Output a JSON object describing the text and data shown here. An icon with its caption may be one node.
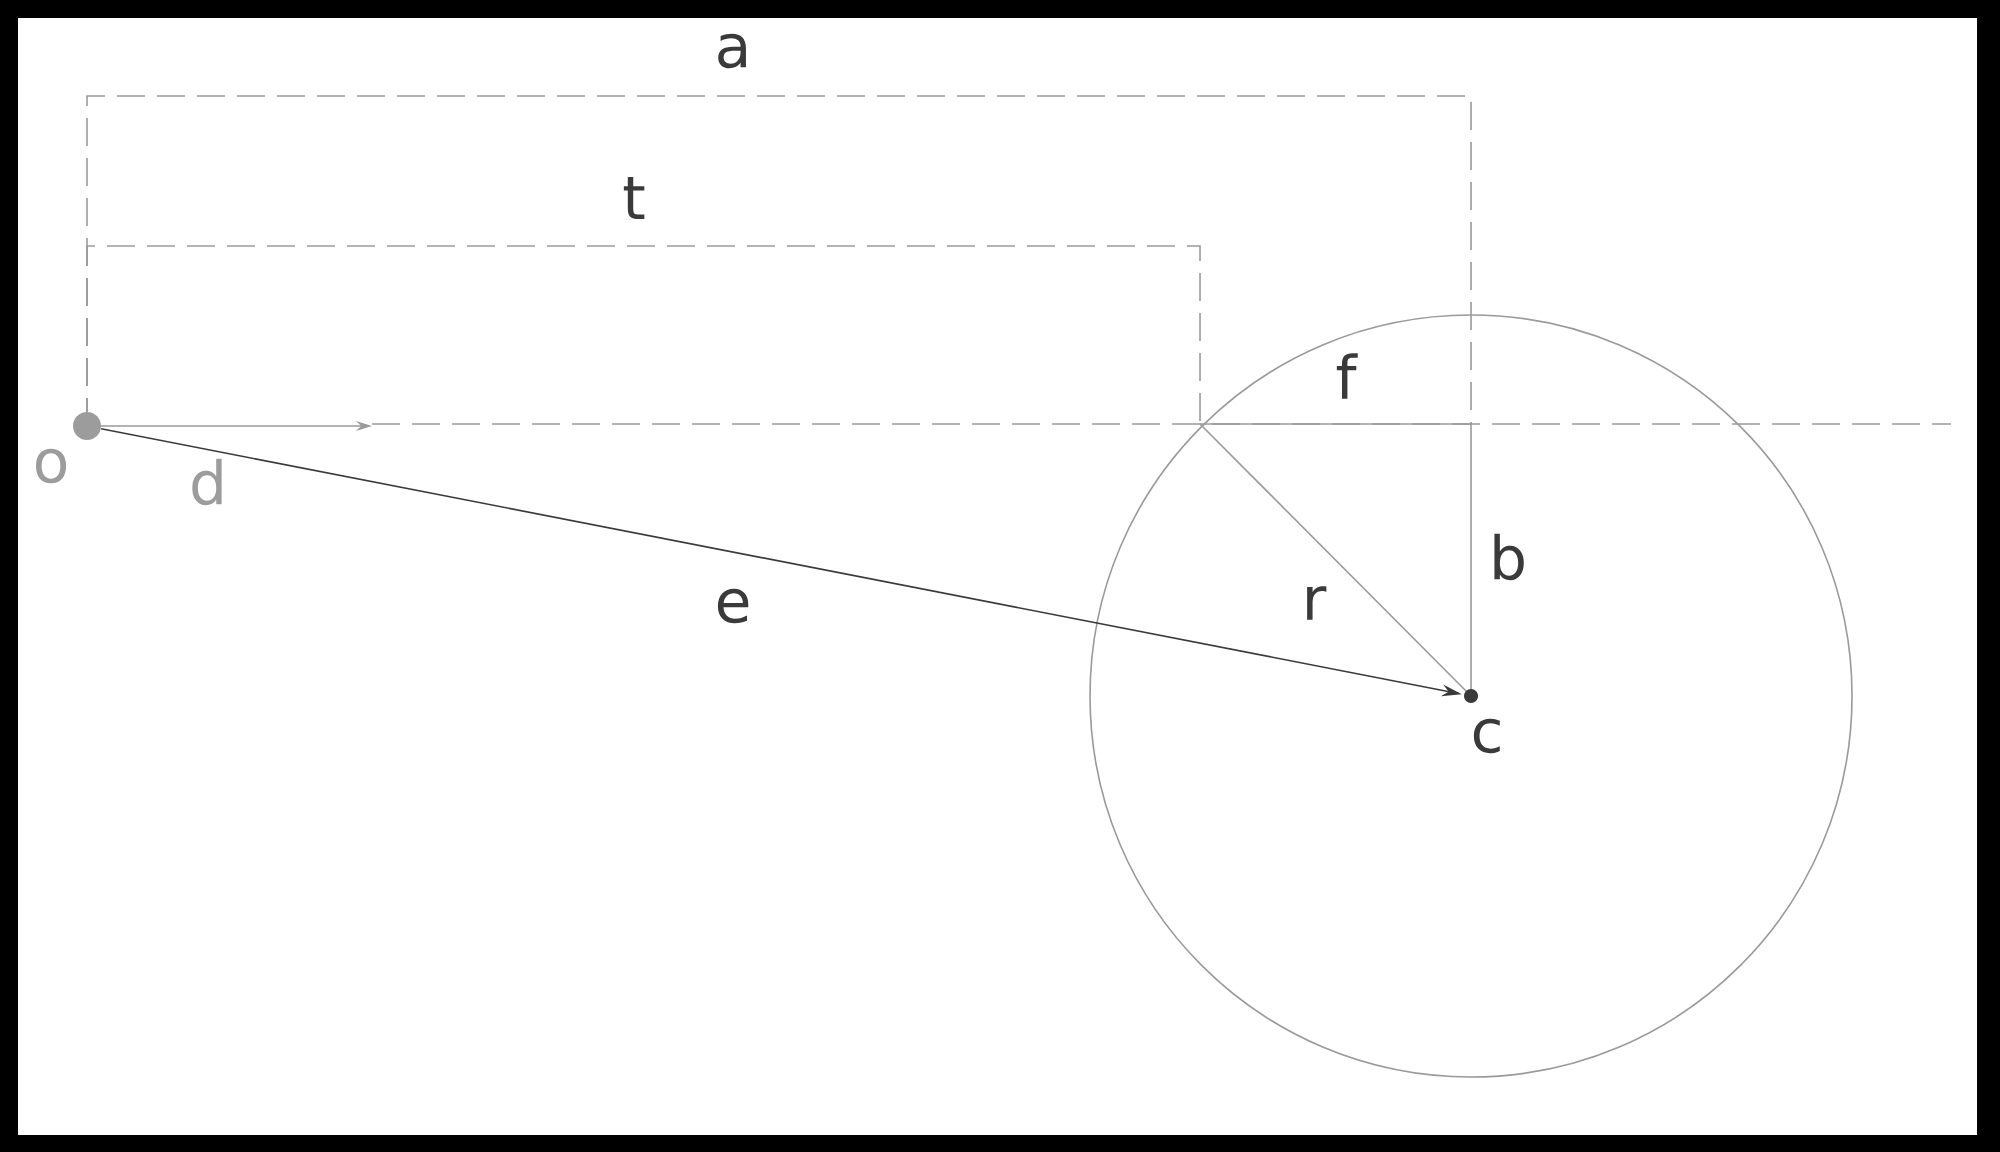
{
  "diagram": {
    "nodes": [
      {
        "text": [],
        "shape": "circle",
        "beside": [
          "o"
        ]
      },
      {
        "text": [],
        "shape": "circle",
        "beside": [
          "c"
        ]
      }
    ],
    "edges": [
      {
        "from": 0,
        "to": 1,
        "arrow": "to",
        "label": "e"
      }
    ],
    "labels": [
      "a",
      "t",
      "f",
      "d",
      "b",
      "r"
    ]
  }
}
